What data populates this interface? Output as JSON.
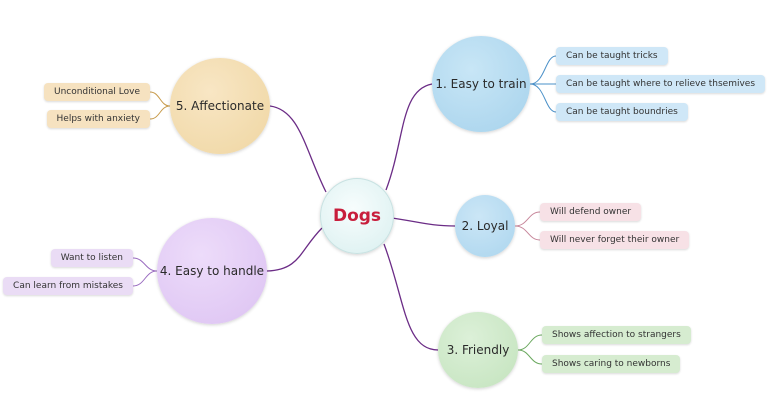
{
  "center": {
    "label": "Dogs",
    "color": "#c81e3c"
  },
  "branches": [
    {
      "label": "1. Easy to train",
      "color": "#a6d2ec",
      "leaves": [
        "Can be taught tricks",
        "Can be taught where to relieve thsemives",
        "Can be taught boundries"
      ]
    },
    {
      "label": "2. Loyal",
      "color": "#abd5ee",
      "leaves": [
        "Will defend owner",
        "Will never forget their owner"
      ]
    },
    {
      "label": "3. Friendly",
      "color": "#c3e3bd",
      "leaves": [
        "Shows affection to strangers",
        "Shows caring to newborns"
      ]
    },
    {
      "label": "4. Easy to handle",
      "color": "#dcc2f2",
      "leaves": [
        "Want to listen",
        "Can learn from mistakes"
      ]
    },
    {
      "label": "5. Affectionate",
      "color": "#efd6a2",
      "leaves": [
        "Unconditional Love",
        "Helps with anxiety"
      ]
    }
  ],
  "link_color": "#6b2c86"
}
